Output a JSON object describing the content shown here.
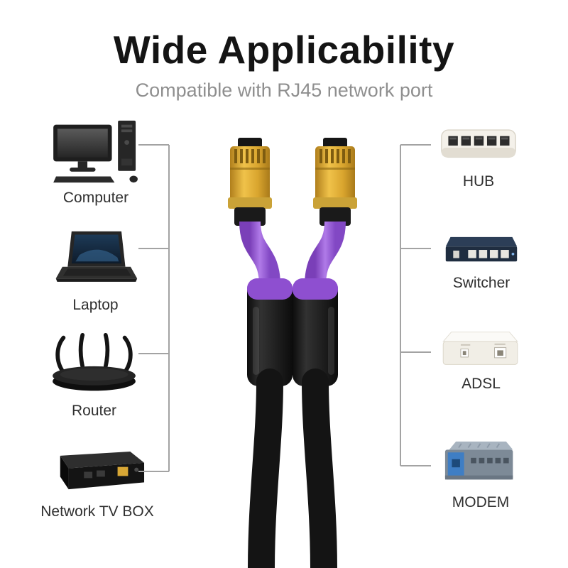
{
  "header": {
    "title": "Wide Applicability",
    "subtitle": "Compatible with RJ45 network port"
  },
  "left_devices": [
    {
      "label": "Computer",
      "icon": "computer-icon"
    },
    {
      "label": "Laptop",
      "icon": "laptop-icon"
    },
    {
      "label": "Router",
      "icon": "router-icon"
    },
    {
      "label": "Network TV BOX",
      "icon": "tv-box-icon"
    }
  ],
  "right_devices": [
    {
      "label": "HUB",
      "icon": "hub-icon"
    },
    {
      "label": "Switcher",
      "icon": "switcher-icon"
    },
    {
      "label": "ADSL",
      "icon": "adsl-icon"
    },
    {
      "label": "MODEM",
      "icon": "modem-icon"
    }
  ],
  "graphic": {
    "icons": [
      "rj45-connector-left-icon",
      "rj45-connector-right-icon"
    ]
  },
  "colors": {
    "background": "#ffffff",
    "title": "#141414",
    "subtitle": "#8f8f8f",
    "label": "#2f2f2f",
    "bracket_line": "#a3a3a3",
    "connector_gold": "#d9a52e",
    "boot_purple": "#9b59d6",
    "cable_black": "#141414"
  }
}
